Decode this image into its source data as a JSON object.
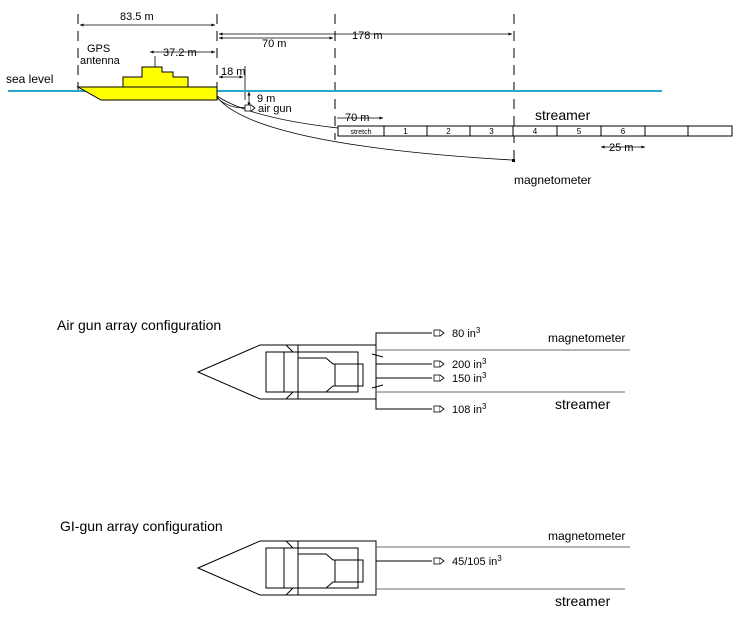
{
  "top": {
    "sea_level_label": "sea level",
    "dim_ship_length": "83.5 m",
    "gps_label_line1": "GPS",
    "gps_label_line2": "antenna",
    "dim_gps": "37.2 m",
    "dim_70": "70 m",
    "dim_178": "178 m",
    "dim_18": "18 m",
    "dim_9": "9 m",
    "air_gun_label": "air gun",
    "streamer_label": "streamer",
    "dim_stretch_70": "70 m",
    "sections": [
      "stretch",
      "1",
      "2",
      "3",
      "4",
      "5",
      "6",
      "",
      ""
    ],
    "dim_25": "25 m",
    "magnetometer_label": "magnetometer",
    "colors": {
      "sea": "#29a9c9",
      "ship": "#ffff00"
    }
  },
  "air_gun_array": {
    "title": "Air gun array configuration",
    "guns": [
      {
        "volume": "80",
        "unit": "in",
        "power": "3"
      },
      {
        "volume": "200",
        "unit": "in",
        "power": "3"
      },
      {
        "volume": "150",
        "unit": "in",
        "power": "3"
      },
      {
        "volume": "108",
        "unit": "in",
        "power": "3"
      }
    ],
    "magnetometer_label": "magnetometer",
    "streamer_label": "streamer"
  },
  "gi_gun_array": {
    "title": "GI-gun array configuration",
    "gun": {
      "volume": "45/105",
      "unit": "in",
      "power": "3"
    },
    "magnetometer_label": "magnetometer",
    "streamer_label": "streamer"
  }
}
